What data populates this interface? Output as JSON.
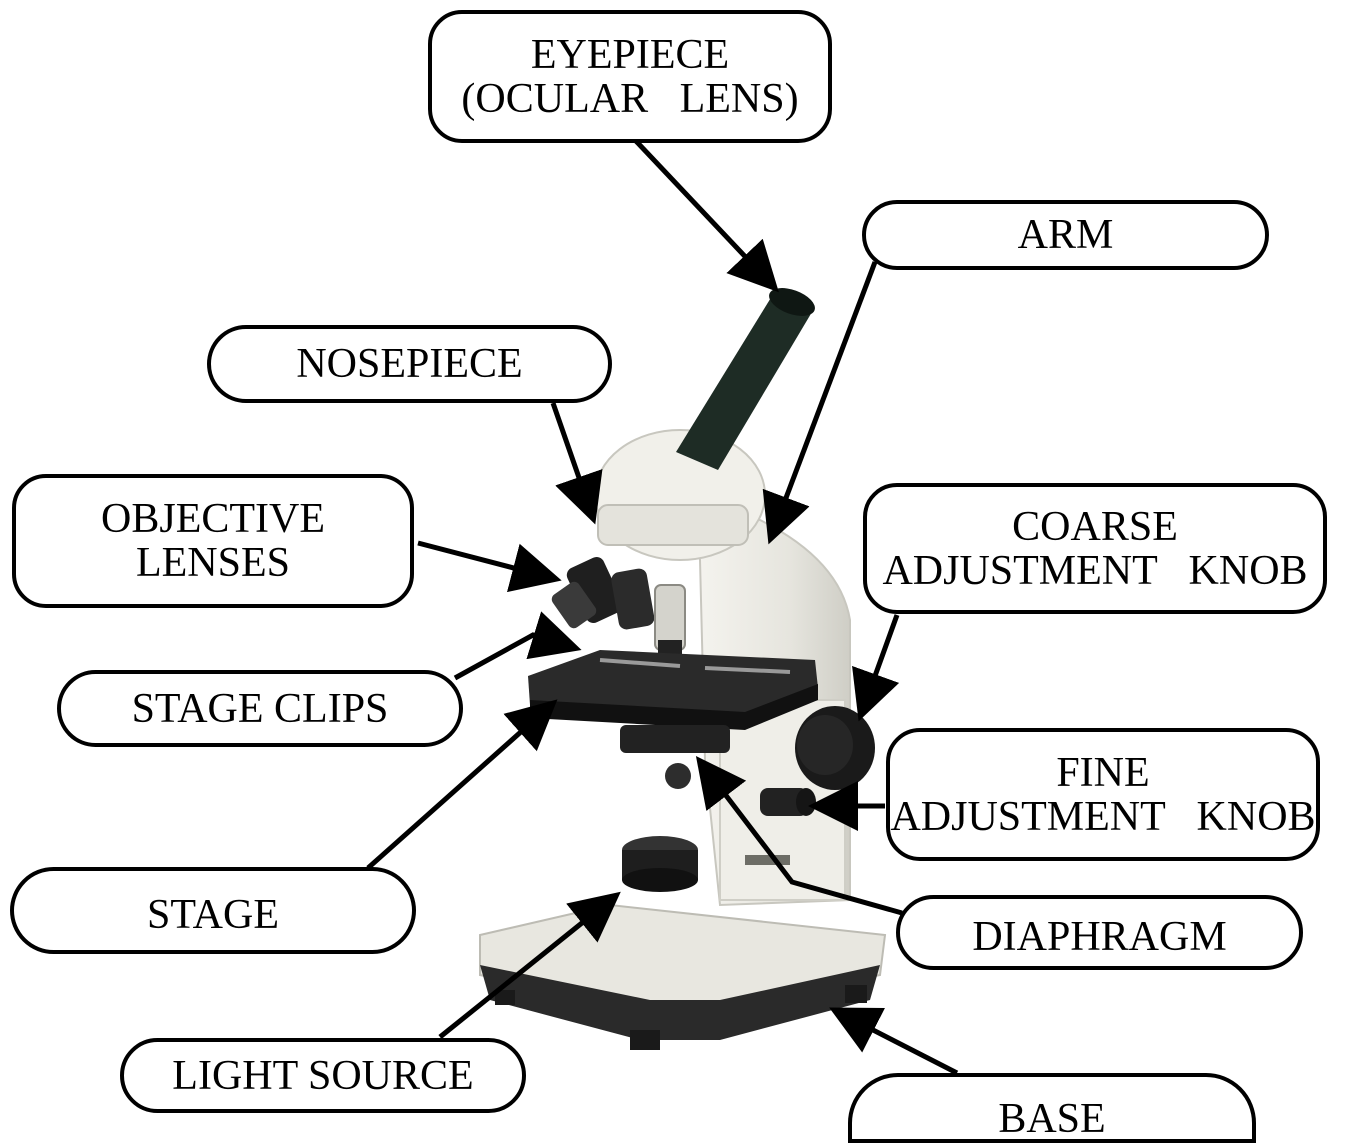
{
  "labels": {
    "eyepiece": {
      "line1": "EYEPIECE",
      "line2": "(OCULAR   LENS)"
    },
    "arm": "ARM",
    "nosepiece": "NOSEPIECE",
    "objective": {
      "line1": "OBJECTIVE",
      "line2": "LENSES"
    },
    "coarse": {
      "line1": "COARSE",
      "line2": "ADJUSTMENT   KNOB"
    },
    "stage_clips": "STAGE CLIPS",
    "fine": {
      "line1": "FINE",
      "line2": "ADJUSTMENT   KNOB"
    },
    "stage": "STAGE",
    "diaphragm": "DIAPHRAGM",
    "light_source": "LIGHT SOURCE",
    "base": "BASE"
  },
  "colors": {
    "body": "#e9e8e1",
    "dark": "#1c1c1c",
    "tube": "#1a2a22",
    "line": "#000000"
  }
}
